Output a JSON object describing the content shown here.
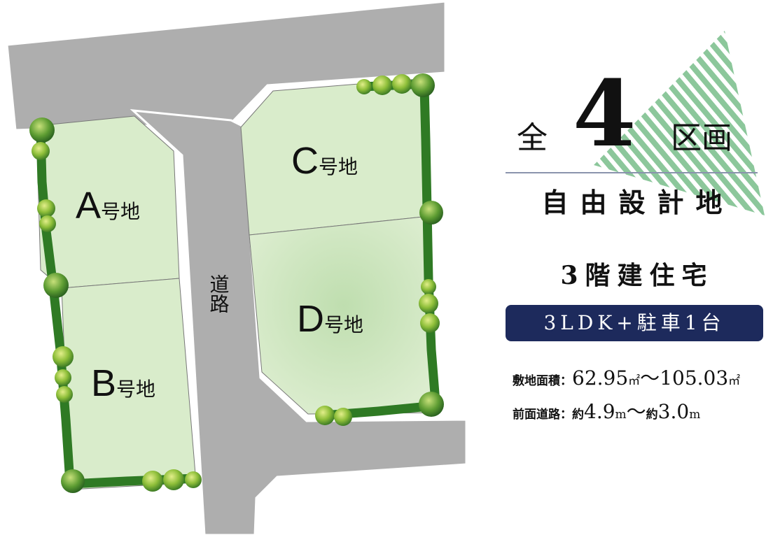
{
  "map": {
    "road_label": "道路",
    "lots": [
      {
        "id": "A",
        "suffix": "号地"
      },
      {
        "id": "B",
        "suffix": "号地"
      },
      {
        "id": "C",
        "suffix": "号地"
      },
      {
        "id": "D",
        "suffix": "号地"
      }
    ]
  },
  "info": {
    "total_prefix": "全",
    "total_number": "4",
    "total_suffix": "区画",
    "headline": "自由設計地",
    "building_type": "3階建住宅",
    "layout_badge": "3LDK+駐車1台",
    "site_area": {
      "label": "敷地面積：",
      "min": "62.95",
      "tilde": "～",
      "max": "105.03",
      "unit": "㎡"
    },
    "front_road": {
      "label": "前面道路：",
      "approx": "約",
      "min": "4.9",
      "tilde": "～",
      "max": "3.0",
      "unit": "m"
    }
  },
  "colors": {
    "road": "#aeaeae",
    "lot": "#d9eccb",
    "lot_d_center": "#c2e0b3",
    "hedge": "#2f7a24",
    "stripe": "#8cc79b",
    "badge": "#1d2a5c"
  }
}
